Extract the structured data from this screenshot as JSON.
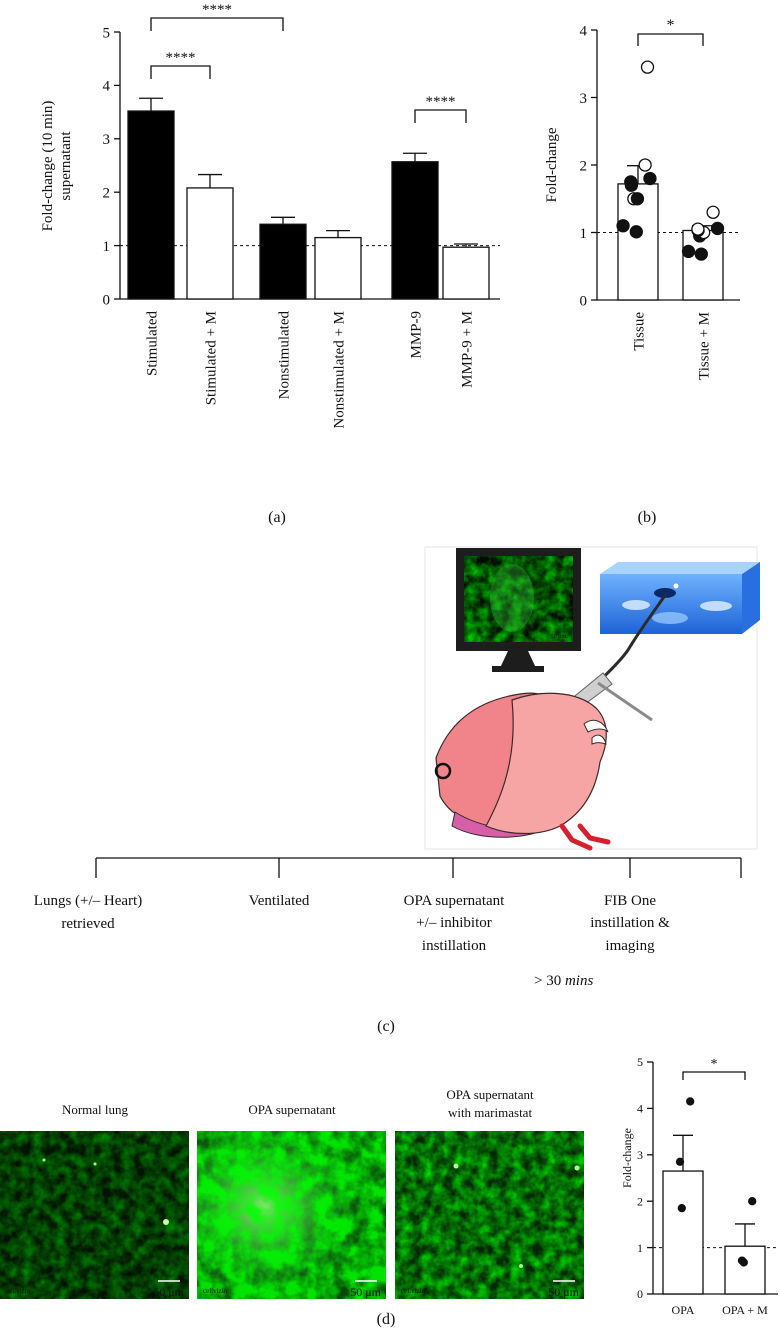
{
  "chart_data": [
    {
      "panel": "(a)",
      "type": "bar",
      "ylabel": "Fold-change (10 min) supernatant",
      "ylabel_lines": [
        "Fold-change (10 min)",
        "supernatant"
      ],
      "ylim": [
        0,
        5
      ],
      "yticks": [
        "0",
        "1",
        "2",
        "3",
        "4",
        "5"
      ],
      "categories": [
        "Stimulated",
        "Stimulated + M",
        "Nonstimulated",
        "Nonstimulated + M",
        "MMP-9",
        "MMP-9 + M"
      ],
      "values": [
        3.52,
        2.08,
        1.4,
        1.15,
        2.57,
        0.97
      ],
      "errors": [
        0.24,
        0.25,
        0.13,
        0.13,
        0.16,
        0.06
      ],
      "fill": [
        "black",
        "white",
        "black",
        "white",
        "black",
        "white"
      ],
      "reference_line": 1,
      "significance": [
        {
          "from": 0,
          "to": 1,
          "label": "****"
        },
        {
          "from": 0,
          "to": 2,
          "label": "****"
        },
        {
          "from": 4,
          "to": 5,
          "label": "****"
        }
      ]
    },
    {
      "panel": "(b)",
      "type": "bar",
      "ylabel": "Fold-change",
      "ylim": [
        0,
        4
      ],
      "yticks": [
        "0",
        "1",
        "2",
        "3",
        "4"
      ],
      "categories": [
        "Tissue",
        "Tissue + M"
      ],
      "values": [
        1.72,
        1.03
      ],
      "errors": [
        0.27,
        0.07
      ],
      "points": [
        [
          1.01,
          1.1,
          1.5,
          1.5,
          1.7,
          1.75,
          1.8,
          2.0,
          3.45
        ],
        [
          0.68,
          0.72,
          0.95,
          1.0,
          1.03,
          1.05,
          1.06,
          1.3
        ]
      ],
      "reference_line": 1,
      "significance": [
        {
          "from": 0,
          "to": 1,
          "label": "*"
        }
      ]
    },
    {
      "panel": "(d)",
      "type": "bar",
      "ylabel": "Fold-change",
      "ylim": [
        0,
        5
      ],
      "yticks": [
        "0",
        "1",
        "2",
        "3",
        "4",
        "5"
      ],
      "categories": [
        "OPA",
        "OPA + M"
      ],
      "values": [
        2.65,
        1.03
      ],
      "errors": [
        0.77,
        0.48
      ],
      "points": [
        [
          1.85,
          2.85,
          4.15
        ],
        [
          0.68,
          0.72,
          2.0
        ]
      ],
      "reference_line": 1,
      "significance": [
        {
          "from": 0,
          "to": 1,
          "label": "*"
        }
      ]
    }
  ],
  "panel_labels": {
    "a": "(a)",
    "b": "(b)",
    "c": "(c)",
    "d": "(d)"
  },
  "timeline": {
    "steps": [
      [
        "Lungs (+/– Heart)",
        "retrieved"
      ],
      [
        "Ventilated"
      ],
      [
        "OPA supernatant",
        "+/– inhibitor",
        "instillation"
      ],
      [
        "FIB One",
        "instillation &",
        "imaging"
      ]
    ],
    "duration_prefix": "> 30 ",
    "duration_unit": "mins"
  },
  "micrographs": [
    {
      "title_lines": [
        "Normal lung"
      ],
      "scale_bar": "50 μm",
      "logo": "cellvizio"
    },
    {
      "title_lines": [
        "OPA supernatant"
      ],
      "scale_bar": "50 μm",
      "logo": "cellvizio"
    },
    {
      "title_lines": [
        "OPA supernatant",
        "with marimastat"
      ],
      "scale_bar": "50 μm",
      "logo": "cellvizio"
    }
  ],
  "illustration": {
    "monitor_scale": "50 μm"
  },
  "colors": {
    "bar_filled": "#000000",
    "bar_open": "#ffffff",
    "micro_green": "#39d23a",
    "lung_pink": "#f0848a"
  }
}
